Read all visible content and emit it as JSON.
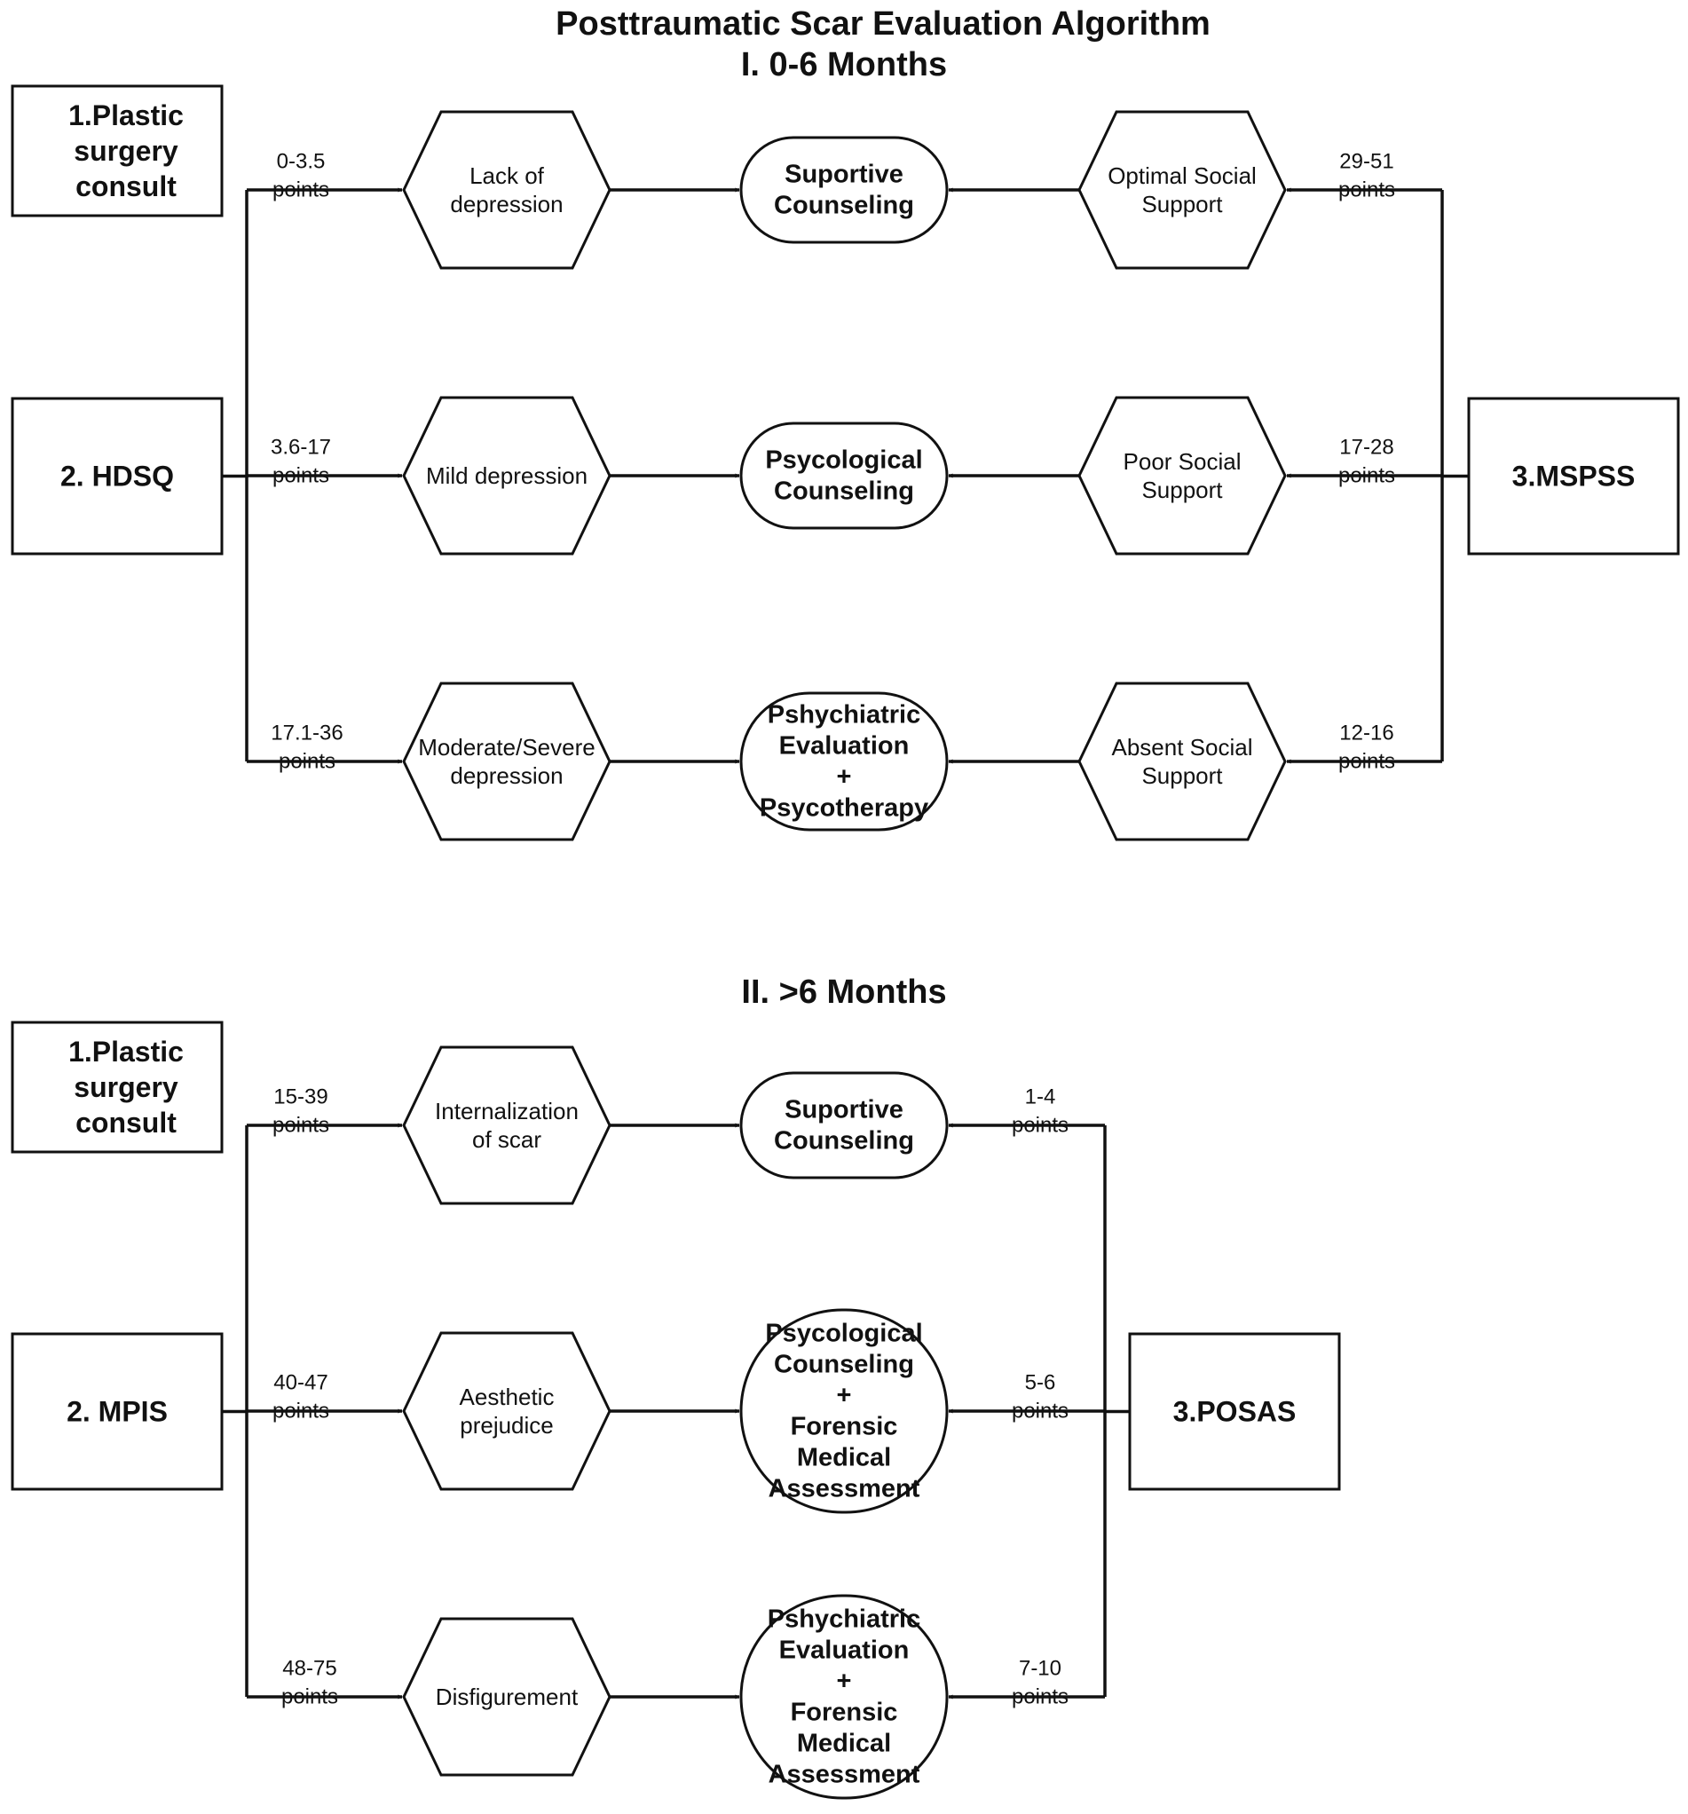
{
  "title": "Posttraumatic Scar Evaluation Algorithm",
  "sections": [
    {
      "heading": "I. 0-6 Months",
      "consult": [
        "1.Plastic",
        "surgery",
        "consult"
      ],
      "left_test": "2. HDSQ",
      "right_test": "3.MSPSS",
      "rows": [
        {
          "left_label": [
            "0-3.5",
            "points"
          ],
          "left_state": [
            "Lack of",
            "depression"
          ],
          "outcome": [
            "Suportive",
            "Counseling"
          ],
          "right_state": [
            "Optimal Social",
            "Support"
          ],
          "right_label": [
            "29-51",
            "points"
          ]
        },
        {
          "left_label": [
            "3.6-17",
            "points"
          ],
          "left_state": [
            "Mild depression"
          ],
          "outcome": [
            "Psycological",
            "Counseling"
          ],
          "right_state": [
            "Poor Social",
            "Support"
          ],
          "right_label": [
            "17-28",
            "points"
          ]
        },
        {
          "left_label": [
            "17.1-36",
            "points"
          ],
          "left_state": [
            "Moderate/Severe",
            "depression"
          ],
          "outcome": [
            "Pshychiatric",
            "Evaluation",
            "+",
            "Psycotherapy"
          ],
          "right_state": [
            "Absent Social",
            "Support"
          ],
          "right_label": [
            "12-16",
            "points"
          ]
        }
      ]
    },
    {
      "heading": "II. >6 Months",
      "consult": [
        "1.Plastic",
        "surgery",
        "consult"
      ],
      "left_test": "2. MPIS",
      "right_test": "3.POSAS",
      "rows": [
        {
          "left_label": [
            "15-39",
            "points"
          ],
          "left_state": [
            "Internalization",
            "of scar"
          ],
          "outcome": [
            "Suportive",
            "Counseling"
          ],
          "right_label": [
            "1-4",
            "points"
          ]
        },
        {
          "left_label": [
            "40-47",
            "points"
          ],
          "left_state": [
            "Aesthetic",
            "prejudice"
          ],
          "outcome": [
            "Psycological",
            "Counseling",
            "+",
            "Forensic",
            "Medical",
            "Assessment"
          ],
          "right_label": [
            "5-6",
            "points"
          ]
        },
        {
          "left_label": [
            "48-75",
            "points"
          ],
          "left_state": [
            "Disfigurement"
          ],
          "outcome": [
            "Pshychiatric",
            "Evaluation",
            "+",
            "Forensic",
            "Medical",
            "Assessment"
          ],
          "right_label": [
            "7-10",
            "points"
          ]
        }
      ]
    }
  ]
}
